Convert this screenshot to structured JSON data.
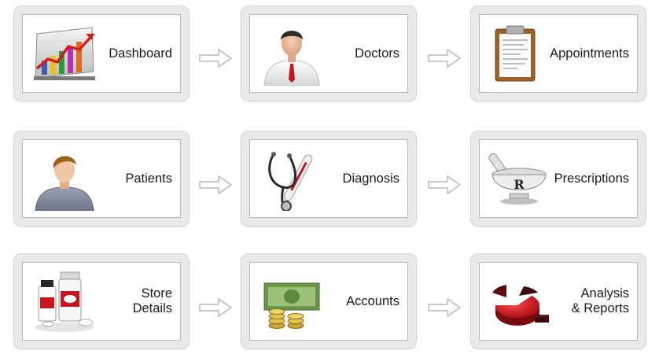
{
  "modules": [
    {
      "key": "dashboard",
      "label": "Dashboard",
      "icon": "bar-chart-icon"
    },
    {
      "key": "doctors",
      "label": "Doctors",
      "icon": "doctor-icon"
    },
    {
      "key": "appointments",
      "label": "Appointments",
      "icon": "clipboard-icon"
    },
    {
      "key": "patients",
      "label": "Patients",
      "icon": "patient-icon"
    },
    {
      "key": "diagnosis",
      "label": "Diagnosis",
      "icon": "stethoscope-icon"
    },
    {
      "key": "prescriptions",
      "label": "Prescriptions",
      "icon": "mortar-pestle-rx-icon"
    },
    {
      "key": "store-details",
      "label_line1": "Store",
      "label_line2": "Details",
      "icon": "medicine-bottles-icon"
    },
    {
      "key": "accounts",
      "label": "Accounts",
      "icon": "money-coins-icon"
    },
    {
      "key": "analysis-reports",
      "label_line1": "Analysis",
      "label_line2": "& Reports",
      "icon": "pie-chart-icon"
    }
  ],
  "colors": {
    "tile_outer": "#e9e9e9",
    "tile_border": "#b8b8b8",
    "arrow": "#d0d0d0",
    "pie_red": "#c8141c",
    "doctor_tie": "#c21a1a"
  }
}
